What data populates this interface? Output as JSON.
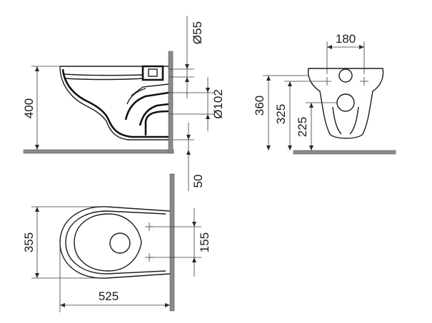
{
  "dimensions": {
    "side_height": "400",
    "outlet_top_diameter": "Ø55",
    "outlet_drain_diameter": "Ø102",
    "floor_offset": "50",
    "front_mount_spacing": "180",
    "front_total_height": "360",
    "front_mid_height": "325",
    "front_low_height": "225",
    "top_width": "355",
    "top_bolt_spacing": "155",
    "top_depth": "525"
  },
  "colors": {
    "line": "#2a2a2a",
    "wall_fill": "#8a8a8a"
  }
}
